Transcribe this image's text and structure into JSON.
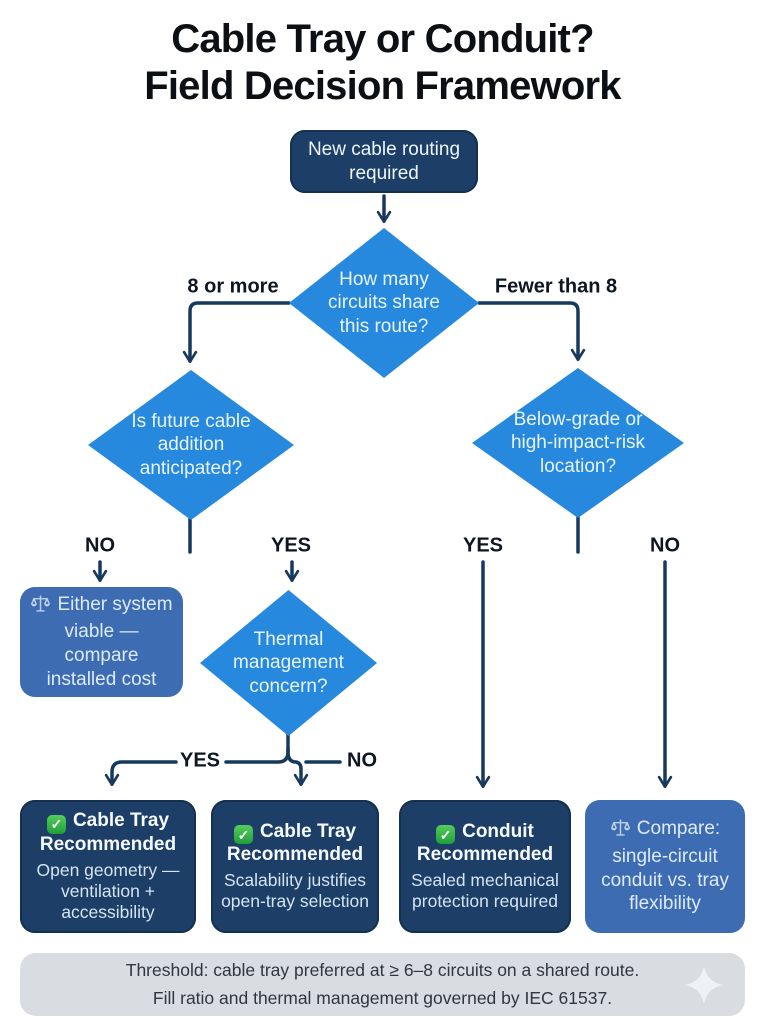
{
  "title": {
    "line1": "Cable Tray or Conduit?",
    "line2": "Field Decision Framework"
  },
  "flow": {
    "start": "New cable routing required",
    "q_circuits": "How many circuits share this route?",
    "q_future": "Is future cable addition anticipated?",
    "q_location": "Below-grade or high-impact-risk location?",
    "q_thermal": "Thermal management concern?",
    "outcome_either": "Either system viable — compare installed cost",
    "outcome_tray_open": {
      "title": "Cable Tray Recommended",
      "body": "Open geometry — ventilation + accessibility"
    },
    "outcome_tray_scale": {
      "title": "Cable Tray Recommended",
      "body": "Scalability justifies open-tray selection"
    },
    "outcome_conduit": {
      "title": "Conduit Recommended",
      "body": "Sealed mechanical protection required"
    },
    "outcome_compare": "Compare: single-circuit conduit vs. tray flexibility"
  },
  "branch_labels": {
    "circuits_left": "8 or more",
    "circuits_right": "Fewer than 8",
    "future_no": "NO",
    "future_yes": "YES",
    "location_yes": "YES",
    "location_no": "NO",
    "thermal_yes": "YES",
    "thermal_no": "NO"
  },
  "footer": {
    "line1": "Threshold: cable tray preferred at ≥ 6–8 circuits on a shared route.",
    "line2": "Fill ratio and thermal management governed by IEC 61537."
  },
  "icons": {
    "check_glyph": "✓",
    "check": "green-check-badge",
    "scales": "balance-scale",
    "sparkle": "four-point-star"
  },
  "colors": {
    "decision_blue": "#2689dd",
    "node_navy": "#1d3e66",
    "node_blue": "#3e6cb3",
    "connector_navy": "#17395e",
    "footer_bg": "#d9dde2",
    "check_green": "#2fae4e",
    "title_text": "#0c0f14",
    "page_bg": "#ffffff"
  }
}
